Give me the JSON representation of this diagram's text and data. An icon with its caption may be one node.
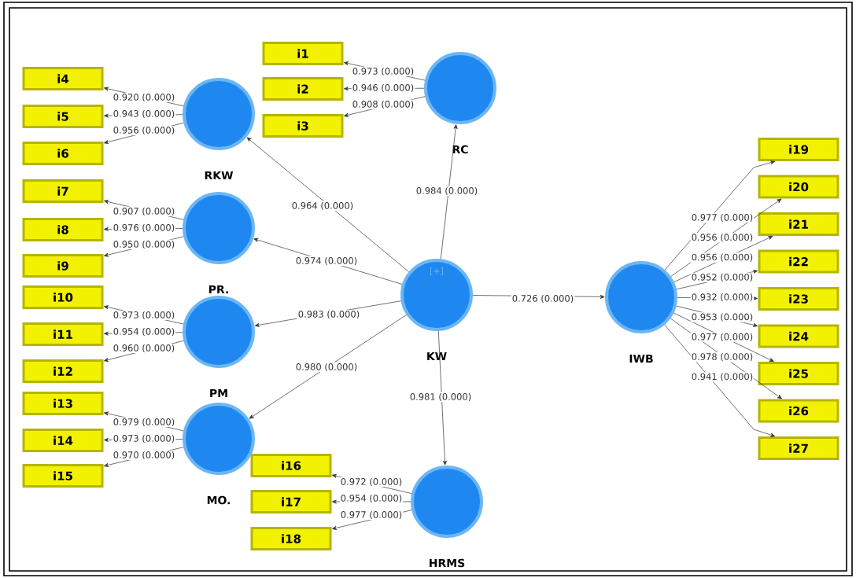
{
  "diagram": {
    "nodes": [
      {
        "text": [
          "i1"
        ]
      },
      {
        "text": [
          "i2"
        ]
      },
      {
        "text": [
          "i3"
        ]
      },
      {
        "text": [
          "RC"
        ]
      },
      {
        "text": [
          "i4"
        ]
      },
      {
        "text": [
          "i5"
        ]
      },
      {
        "text": [
          "i6"
        ]
      },
      {
        "text": [
          "RKW"
        ]
      },
      {
        "text": [
          "i7"
        ]
      },
      {
        "text": [
          "i8"
        ]
      },
      {
        "text": [
          "i9"
        ]
      },
      {
        "text": [
          "PR."
        ]
      },
      {
        "text": [
          "i10"
        ]
      },
      {
        "text": [
          "i11"
        ]
      },
      {
        "text": [
          "i12"
        ]
      },
      {
        "text": [
          "PM"
        ]
      },
      {
        "text": [
          "i13"
        ]
      },
      {
        "text": [
          "i14"
        ]
      },
      {
        "text": [
          "i15"
        ]
      },
      {
        "text": [
          "MO."
        ]
      },
      {
        "text": [
          "i16"
        ]
      },
      {
        "text": [
          "i17"
        ]
      },
      {
        "text": [
          "i18"
        ]
      },
      {
        "text": [
          "HRMS"
        ]
      },
      {
        "text": [
          "[+]",
          "KW"
        ]
      },
      {
        "text": [
          "IWB"
        ]
      },
      {
        "text": [
          "i19"
        ]
      },
      {
        "text": [
          "i20"
        ]
      },
      {
        "text": [
          "i21"
        ]
      },
      {
        "text": [
          "i22"
        ]
      },
      {
        "text": [
          "i23"
        ]
      },
      {
        "text": [
          "i24"
        ]
      },
      {
        "text": [
          "i25"
        ]
      },
      {
        "text": [
          "i26"
        ]
      },
      {
        "text": [
          "i27"
        ]
      }
    ],
    "edges": [
      {
        "from": 3,
        "to": 0,
        "arrow": "to",
        "label": "0.973 (0.000)"
      },
      {
        "from": 3,
        "to": 1,
        "arrow": "to",
        "label": "0.946 (0.000)"
      },
      {
        "from": 3,
        "to": 2,
        "arrow": "to",
        "label": "0.908 (0.000)"
      },
      {
        "from": 7,
        "to": 4,
        "arrow": "to",
        "label": "0.920 (0.000)"
      },
      {
        "from": 7,
        "to": 5,
        "arrow": "to",
        "label": "0.943 (0.000)"
      },
      {
        "from": 7,
        "to": 6,
        "arrow": "to",
        "label": "0.956 (0.000)"
      },
      {
        "from": 11,
        "to": 8,
        "arrow": "to",
        "label": "0.907 (0.000)"
      },
      {
        "from": 11,
        "to": 9,
        "arrow": "to",
        "label": "0.976 (0.000)"
      },
      {
        "from": 11,
        "to": 10,
        "arrow": "to",
        "label": "0.950 (0.000)"
      },
      {
        "from": 15,
        "to": 12,
        "arrow": "to",
        "label": "0.973 (0.000)"
      },
      {
        "from": 15,
        "to": 13,
        "arrow": "to",
        "label": "0.954 (0.000)"
      },
      {
        "from": 15,
        "to": 14,
        "arrow": "to",
        "label": "0.960 (0.000)"
      },
      {
        "from": 19,
        "to": 16,
        "arrow": "to",
        "label": "0.979 (0.000)"
      },
      {
        "from": 19,
        "to": 17,
        "arrow": "to",
        "label": "0.973 (0.000)"
      },
      {
        "from": 19,
        "to": 18,
        "arrow": "to",
        "label": "0.970 (0.000)"
      },
      {
        "from": 23,
        "to": 20,
        "arrow": "to",
        "label": "0.972 (0.000)"
      },
      {
        "from": 23,
        "to": 21,
        "arrow": "to",
        "label": "0.954 (0.000)"
      },
      {
        "from": 23,
        "to": 22,
        "arrow": "to",
        "label": "0.977 (0.000)"
      },
      {
        "from": 24,
        "to": 3,
        "arrow": "to",
        "label": "0.984 (0.000)"
      },
      {
        "from": 24,
        "to": 7,
        "arrow": "to",
        "label": "0.964 (0.000)"
      },
      {
        "from": 24,
        "to": 11,
        "arrow": "to",
        "label": "0.974 (0.000)"
      },
      {
        "from": 24,
        "to": 15,
        "arrow": "to",
        "label": "0.983 (0.000)"
      },
      {
        "from": 24,
        "to": 19,
        "arrow": "to",
        "label": "0.980 (0.000)"
      },
      {
        "from": 24,
        "to": 23,
        "arrow": "to",
        "label": "0.981 (0.000)"
      },
      {
        "from": 24,
        "to": 25,
        "arrow": "to",
        "label": "0.726 (0.000)"
      },
      {
        "from": 25,
        "to": 26,
        "arrow": "to",
        "label": "0.977 (0.000)"
      },
      {
        "from": 25,
        "to": 27,
        "arrow": "to",
        "label": "0.956 (0.000)"
      },
      {
        "from": 25,
        "to": 28,
        "arrow": "to",
        "label": "0.956 (0.000)"
      },
      {
        "from": 25,
        "to": 29,
        "arrow": "to",
        "label": "0.952 (0.000)"
      },
      {
        "from": 25,
        "to": 30,
        "arrow": "to",
        "label": "0.932 (0.000)"
      },
      {
        "from": 25,
        "to": 31,
        "arrow": "to",
        "label": "0.953 (0.000)"
      },
      {
        "from": 25,
        "to": 32,
        "arrow": "to",
        "label": "0.977 (0.000)"
      },
      {
        "from": 25,
        "to": 33,
        "arrow": "to",
        "label": "0.978 (0.000)"
      },
      {
        "from": 25,
        "to": 34,
        "arrow": "to",
        "label": "0.941 (0.000)"
      }
    ]
  }
}
